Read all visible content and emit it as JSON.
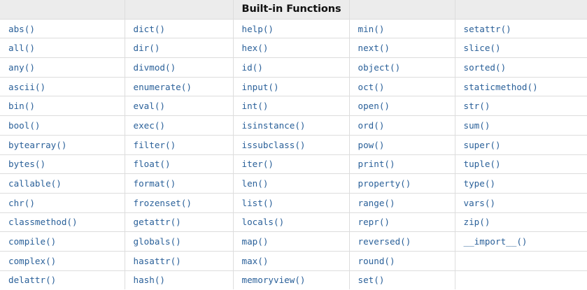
{
  "page": {
    "title": "Built-in Functions",
    "link_color": "#2a6099",
    "header_background": "#ececec",
    "border_color": "#dddddd",
    "background": "#ffffff"
  },
  "table": {
    "title_column_index": 2,
    "header_cells": [
      "",
      "",
      "Built-in Functions",
      "",
      ""
    ],
    "column_count": 5,
    "row_count": 14,
    "columns": [
      {
        "items": [
          "abs()",
          "all()",
          "any()",
          "ascii()",
          "bin()",
          "bool()",
          "bytearray()",
          "bytes()",
          "callable()",
          "chr()",
          "classmethod()",
          "compile()",
          "complex()",
          "delattr()"
        ]
      },
      {
        "items": [
          "dict()",
          "dir()",
          "divmod()",
          "enumerate()",
          "eval()",
          "exec()",
          "filter()",
          "float()",
          "format()",
          "frozenset()",
          "getattr()",
          "globals()",
          "hasattr()",
          "hash()"
        ]
      },
      {
        "items": [
          "help()",
          "hex()",
          "id()",
          "input()",
          "int()",
          "isinstance()",
          "issubclass()",
          "iter()",
          "len()",
          "list()",
          "locals()",
          "map()",
          "max()",
          "memoryview()"
        ]
      },
      {
        "items": [
          "min()",
          "next()",
          "object()",
          "oct()",
          "open()",
          "ord()",
          "pow()",
          "print()",
          "property()",
          "range()",
          "repr()",
          "reversed()",
          "round()",
          "set()"
        ]
      },
      {
        "items": [
          "setattr()",
          "slice()",
          "sorted()",
          "staticmethod()",
          "str()",
          "sum()",
          "super()",
          "tuple()",
          "type()",
          "vars()",
          "zip()",
          "__import__()",
          "",
          ""
        ]
      }
    ]
  }
}
